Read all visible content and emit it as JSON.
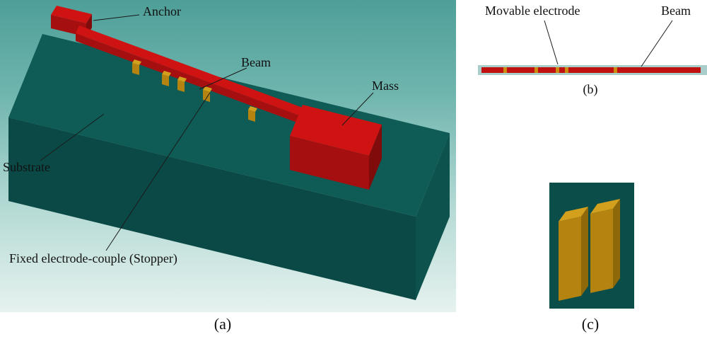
{
  "figure": {
    "panels": {
      "a": {
        "caption": "(a)",
        "labels": {
          "anchor": "Anchor",
          "beam": "Beam",
          "mass": "Mass",
          "substrate": "Substrate",
          "stopper": "Fixed electrode-couple (Stopper)"
        }
      },
      "b": {
        "caption": "(b)",
        "labels": {
          "movable_electrode": "Movable electrode",
          "beam": "Beam"
        }
      },
      "c": {
        "caption": "(c)"
      }
    },
    "colors": {
      "background_top": "#4e9f98",
      "background_bottom": "#e6f2ef",
      "substrate_top": "#0f5b55",
      "substrate_front": "#0a4945",
      "substrate_right": "#0d524c",
      "red_top": "#cf1313",
      "red_front": "#a50f0f",
      "red_right": "#7f0b0b",
      "gold_top": "#d2a01d",
      "gold_front": "#b5830f",
      "gold_side": "#8f680a",
      "strip_bg": "#a9cdc9",
      "bar_red": "#c01010",
      "tick_gold": "#cc8a10",
      "panel_c_bg": "#0b4d48"
    }
  }
}
